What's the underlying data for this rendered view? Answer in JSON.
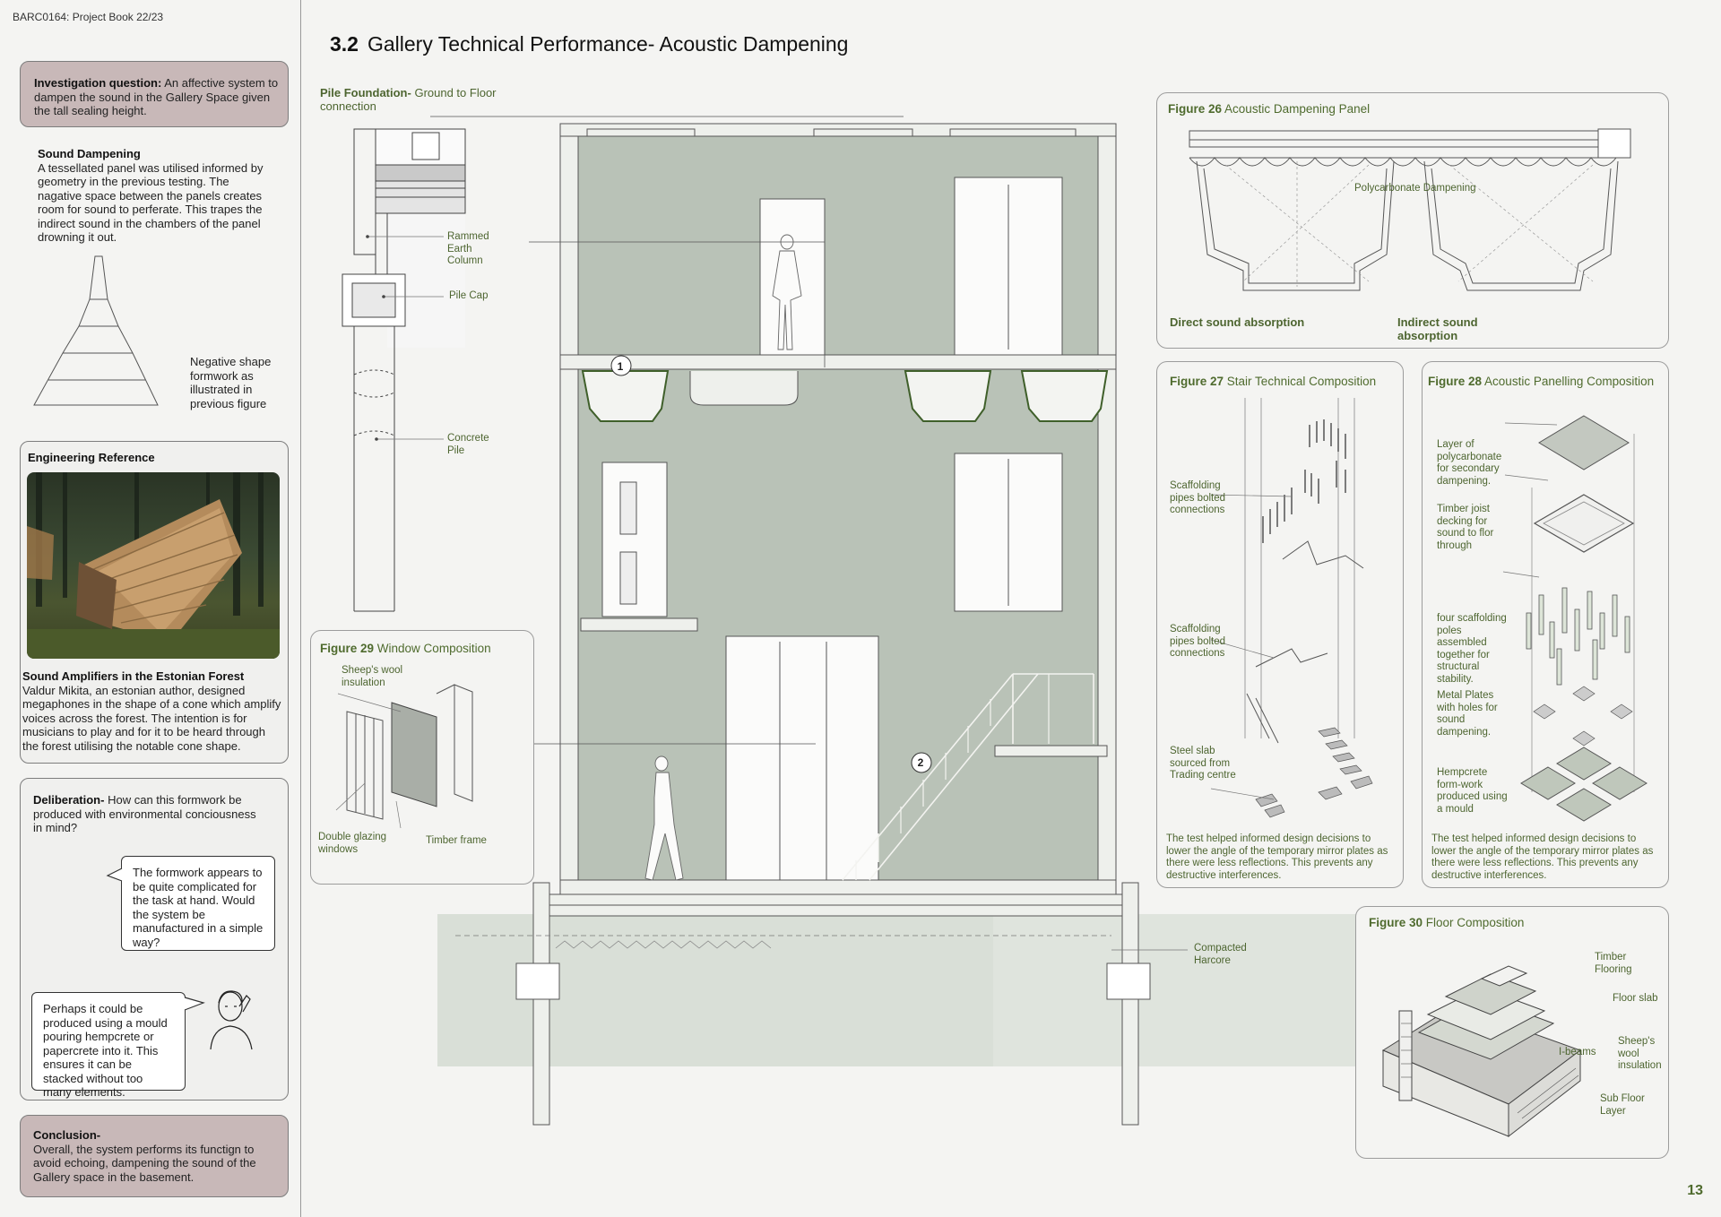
{
  "running_header": "BARC0164: Project Book 22/23",
  "page_number": "13",
  "title": {
    "number": "3.2",
    "text": "Gallery Technical Performance- Acoustic Dampening"
  },
  "sidebar": {
    "investigation": {
      "label": "Investigation question:",
      "text": "An affective system to dampen the sound in the Gallery Space given the tall sealing height."
    },
    "sound_dampening": {
      "heading": "Sound Dampening",
      "text": "A tessellated panel was utilised informed by geometry in the previous testing. The nagative space between the panels creates room for sound to perferate. This trapes the indirect sound in the chambers of the panel drowning it out."
    },
    "negative_shape_caption": "Negative shape formwork as illustrated in previous figure",
    "engineering": {
      "heading": "Engineering Reference",
      "photo_heading": "Sound Amplifiers in the Estonian Forest",
      "text": "Valdur Mikita, an estonian author, designed megaphones in the shape of a cone which amplify voices across the forest. The intention is for musicians to play and for it to be heard through the forest utilising the notable cone shape."
    },
    "deliberation": {
      "label": "Deliberation-",
      "text": "How can this formwork be produced with environmental conciousness in mind?",
      "bubble1": "The formwork appears to be quite complicated for the task at hand. Would the system be manufactured in a simple way?",
      "bubble2": "Perhaps it could be produced using a mould pouring hempcrete or papercrete into it. This ensures it can be stacked without too many elements."
    },
    "conclusion": {
      "label": "Conclusion-",
      "text": "Overall, the system performs its functign to avoid echoing, dampening the sound of the Gallery space in the basement."
    }
  },
  "pile": {
    "title_bold": "Pile Foundation-",
    "title_rest": "Ground to Floor connection",
    "labels": {
      "rammed": "Rammed Earth Column",
      "cap": "Pile Cap",
      "pile": "Concrete Pile"
    }
  },
  "section": {
    "marker1": "1",
    "marker2": "2",
    "compacted": "Compacted Harcore"
  },
  "fig26": {
    "num": "Figure 26",
    "name": "Acoustic Dampening Panel",
    "poly": "Polycarbonate Dampening",
    "direct": "Direct sound absorption",
    "indirect": "Indirect sound absorption"
  },
  "fig27": {
    "num": "Figure 27",
    "name": "Stair Technical Composition",
    "scaf1": "Scaffolding pipes bolted connections",
    "scaf2": "Scaffolding pipes bolted connections",
    "steel": "Steel slab sourced from Trading centre",
    "caption": "The test helped informed design decisions to lower the angle of the temporary mirror plates as there were less reflections. This prevents any destructive interferences."
  },
  "fig28": {
    "num": "Figure 28",
    "name": "Acoustic Panelling Composition",
    "l1": "Layer of polycarbonate for secondary dampening.",
    "l2": "Timber joist decking for sound to flor through",
    "l3": "four scaffolding poles assembled together for structural stability.",
    "l4": "Metal Plates with holes for sound dampening.",
    "l5": "Hempcrete form-work produced using a mould",
    "caption": "The test helped informed design decisions to lower the angle of the temporary mirror plates as there were less reflections. This prevents any destructive interferences."
  },
  "fig29": {
    "num": "Figure 29",
    "name": "Window Composition",
    "wool": "Sheep's wool insulation",
    "glazing": "Double glazing windows",
    "frame": "Timber frame"
  },
  "fig30": {
    "num": "Figure 30",
    "name": "Floor Composition",
    "timber": "Timber Flooring",
    "slab": "Floor slab",
    "wool": "Sheep's wool insulation",
    "ibeams": "I-beams",
    "sub": "Sub Floor Layer"
  },
  "colors": {
    "accent_green": "#4f6b2e",
    "pink_box": "#c8b8b8",
    "wall_grey": "#b9c2b7",
    "ground": "#dfe4dd"
  }
}
